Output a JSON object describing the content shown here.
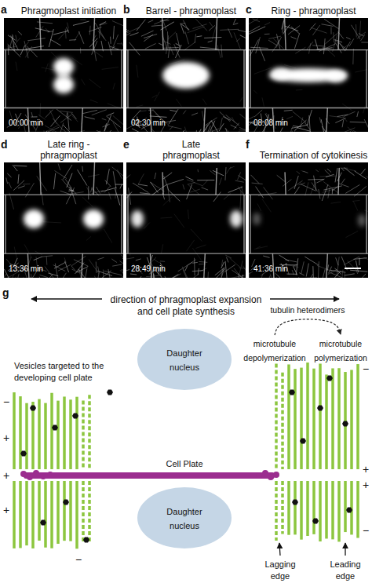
{
  "diagram": {
    "nodes": [
      {
        "text": [
          "a",
          "Phragmoplast initiation",
          "00:00 min"
        ]
      },
      {
        "text": [
          "b",
          "Barrel - phragmoplast",
          "02:30 min"
        ]
      },
      {
        "text": [
          "c",
          "Ring - phragmoplast",
          "08:08 min"
        ]
      },
      {
        "text": [
          "d",
          "Late ring - phragmoplast",
          "13:36 min"
        ]
      },
      {
        "text": [
          "e",
          "Late phragmoplast",
          "28:49 min"
        ]
      },
      {
        "text": [
          "f",
          "Termination of cytokinesis",
          "41:36 min"
        ]
      },
      {
        "text": [
          "Daughter nucleus"
        ]
      },
      {
        "text": [
          "microtubule depolymerization"
        ]
      },
      {
        "text": [
          "microtubule polymerization"
        ]
      },
      {
        "text": [
          "Cell Plate"
        ]
      },
      {
        "text": [
          "Daughter nucleus"
        ]
      }
    ],
    "edges": [
      {
        "from": 7,
        "to": 8,
        "arrow": "to",
        "label": "tubulin heterodimers"
      }
    ],
    "labels": [
      "g",
      "direction of phragmoplast expansion and cell plate synthesis",
      "Vesicles targeted to the developing cell plate",
      "Lagging edge",
      "Leading edge",
      "−",
      "+",
      "+",
      "+",
      "−",
      "−",
      "+",
      "+",
      "−"
    ]
  }
}
